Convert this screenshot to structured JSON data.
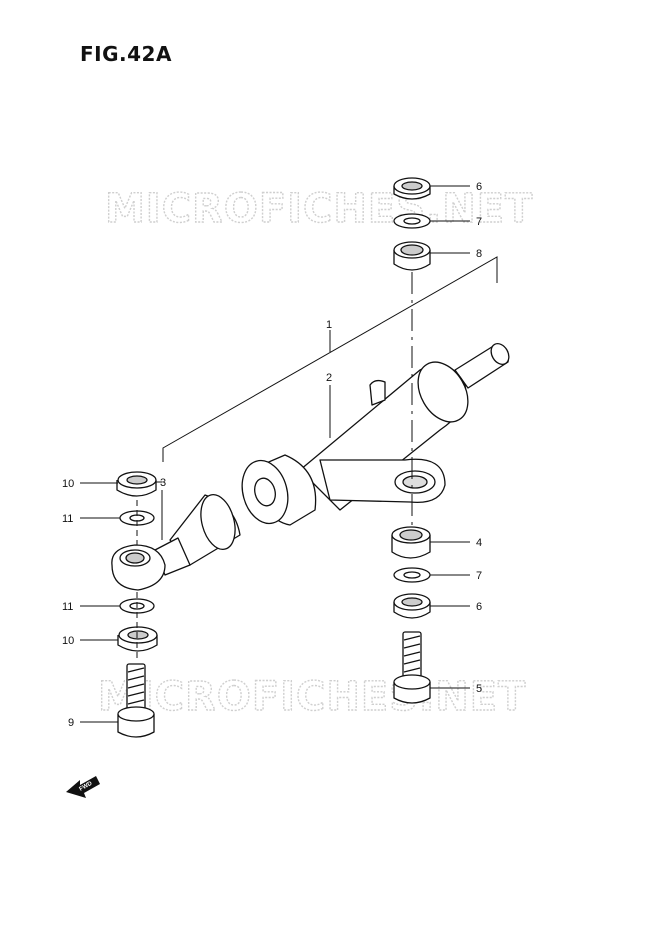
{
  "figure": {
    "title": "FIG.42A"
  },
  "watermarks": [
    "MICROFICHES.NET",
    "MICROFICHES.NET"
  ],
  "callouts": [
    "1",
    "2",
    "3",
    "4",
    "5",
    "6",
    "6",
    "7",
    "7",
    "8",
    "9",
    "10",
    "10",
    "11",
    "11"
  ],
  "fwd_label": "FWD"
}
